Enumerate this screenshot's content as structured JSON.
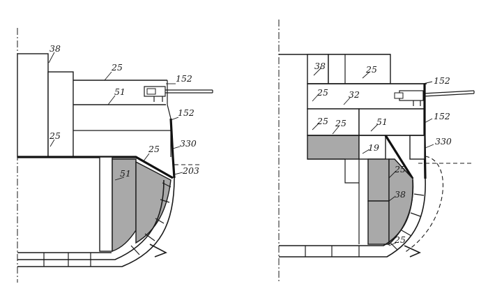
{
  "left_section": {
    "labels": {
      "a": "38",
      "b": "25",
      "c": "51",
      "d": "152",
      "e": "152",
      "f": "25",
      "g": "25",
      "h": "330",
      "i": "51",
      "j": "203"
    }
  },
  "right_section": {
    "labels": {
      "a": "38",
      "b": "25",
      "c": "152",
      "d": "25",
      "e": "32",
      "f": "25",
      "g": "25",
      "h": "51",
      "i": "152",
      "j": "19",
      "k": "330",
      "l": "25",
      "m": "38",
      "n": "25"
    }
  },
  "colors": {
    "armor_fill": "#a9a9a9",
    "line": "#1a1a1a",
    "background": "#ffffff"
  }
}
